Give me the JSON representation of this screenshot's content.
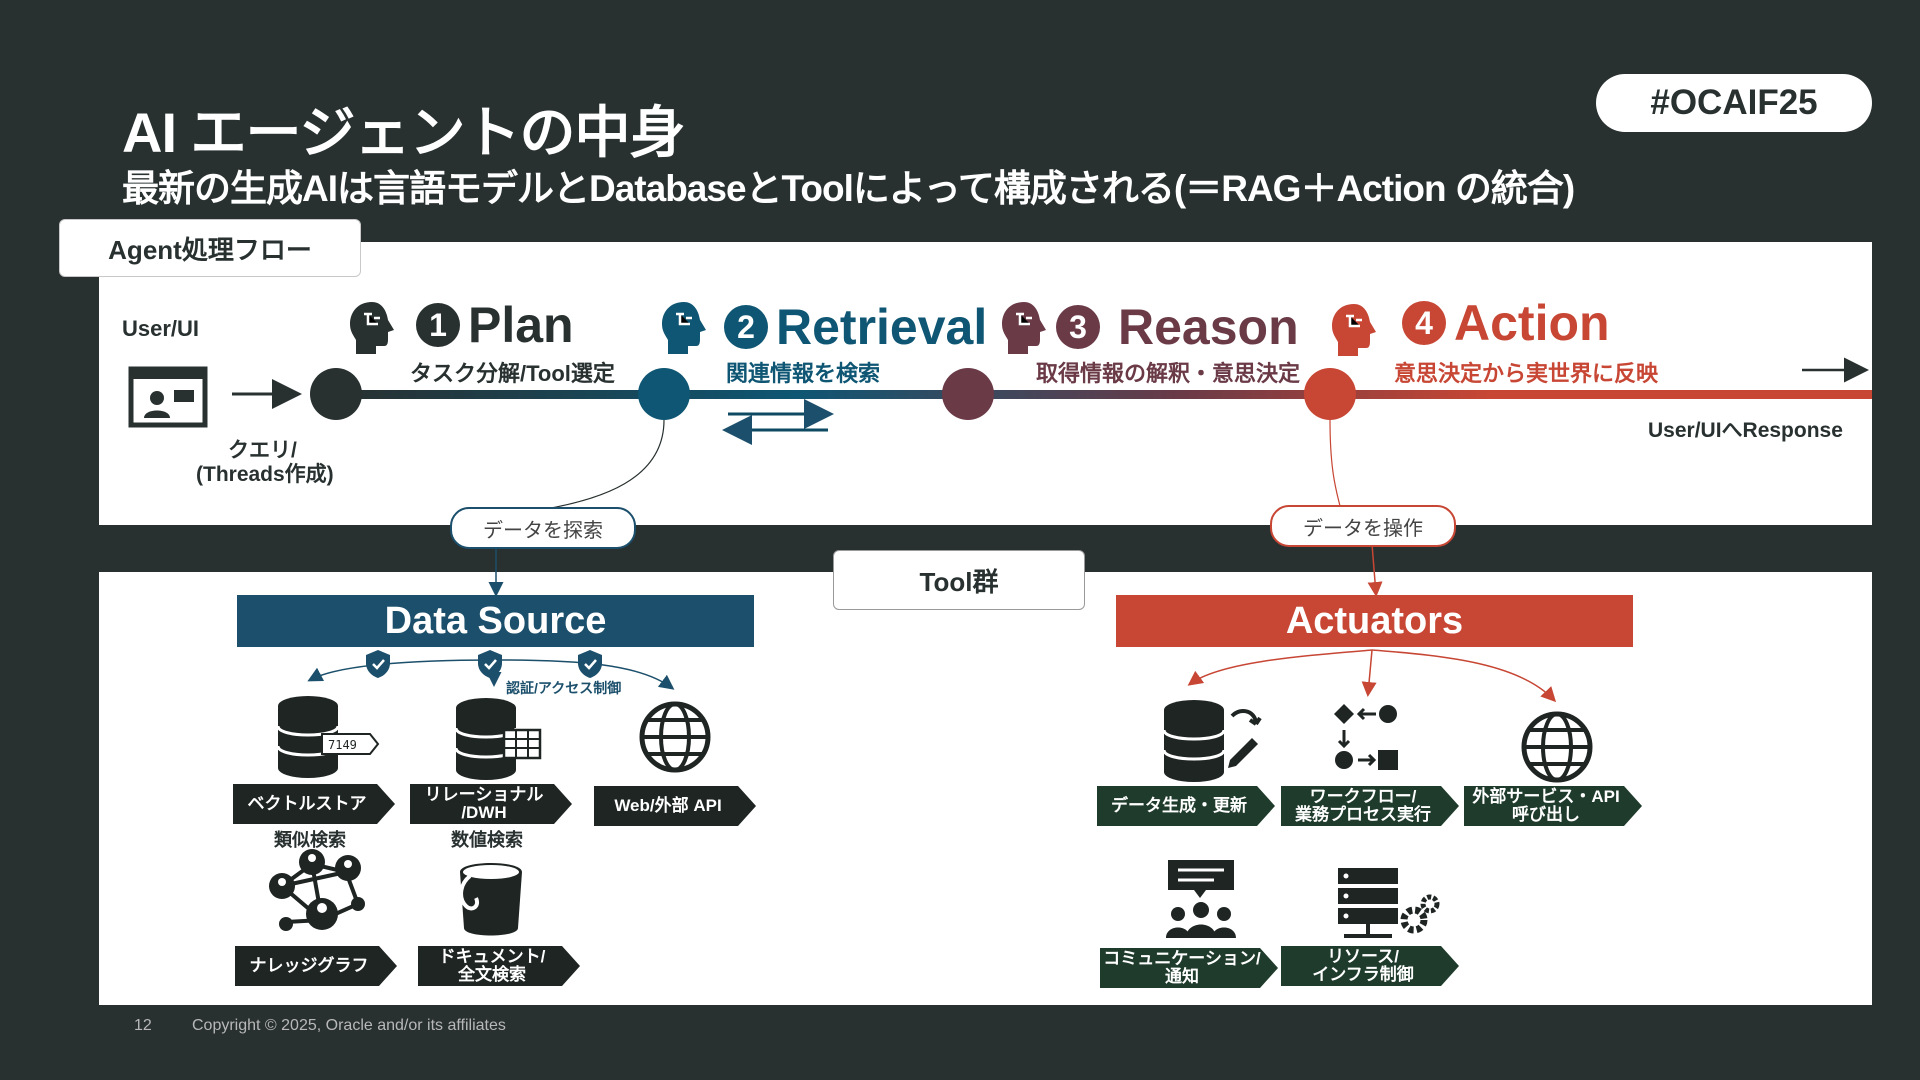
{
  "slide": {
    "title": "AI エージェントの中身",
    "subtitle": "最新の生成AIは言語モデルとDatabaseとToolによって構成される(＝RAG＋Action の統合)",
    "hashtag": "#OCAIF25"
  },
  "flow": {
    "section_label": "Agent処理フロー",
    "user_label": "User/UI",
    "query_label_line1": "クエリ/",
    "query_label_line2": "(Threads作成)",
    "response_label": "User/UIへResponse",
    "steps": [
      {
        "number": "1",
        "name": "Plan",
        "subtitle": "タスク分解/Tool選定",
        "color": "#283030"
      },
      {
        "number": "2",
        "name": "Retrieval",
        "subtitle": "関連情報を検索",
        "color": "#0e5673"
      },
      {
        "number": "3",
        "name": "Reason",
        "subtitle": "取得情報の解釈・意思決定",
        "color": "#6a3a47"
      },
      {
        "number": "4",
        "name": "Action",
        "subtitle": "意思決定から実世界に反映",
        "color": "#c74634"
      }
    ],
    "explore_pill": "データを探索",
    "operate_pill": "データを操作"
  },
  "tools": {
    "section_label": "Tool群",
    "data_source": {
      "header": "Data Source",
      "color": "#1b4f6b",
      "auth_label": "認証/アクセス制御",
      "items": [
        {
          "tag": "ベクトルストア",
          "caption": "類似検索",
          "badge": "7149"
        },
        {
          "tag_line1": "リレーショナル",
          "tag_line2": "/DWH",
          "caption": "数値検索"
        },
        {
          "tag": "Web/外部 API"
        },
        {
          "tag": "ナレッジグラフ"
        },
        {
          "tag_line1": "ドキュメント/",
          "tag_line2": "全文検索"
        }
      ]
    },
    "actuators": {
      "header": "Actuators",
      "color": "#c74634",
      "items": [
        {
          "tag": "データ生成・更新"
        },
        {
          "tag_line1": "ワークフロー/",
          "tag_line2": "業務プロセス実行"
        },
        {
          "tag_line1": "外部サービス・API",
          "tag_line2": "呼び出し"
        },
        {
          "tag_line1": "コミュニケーション/",
          "tag_line2": "通知"
        },
        {
          "tag_line1": "リソース/",
          "tag_line2": "インフラ制御"
        }
      ]
    }
  },
  "footer": {
    "page": "12",
    "copyright": "Copyright © 2025, Oracle and/or its affiliates"
  }
}
